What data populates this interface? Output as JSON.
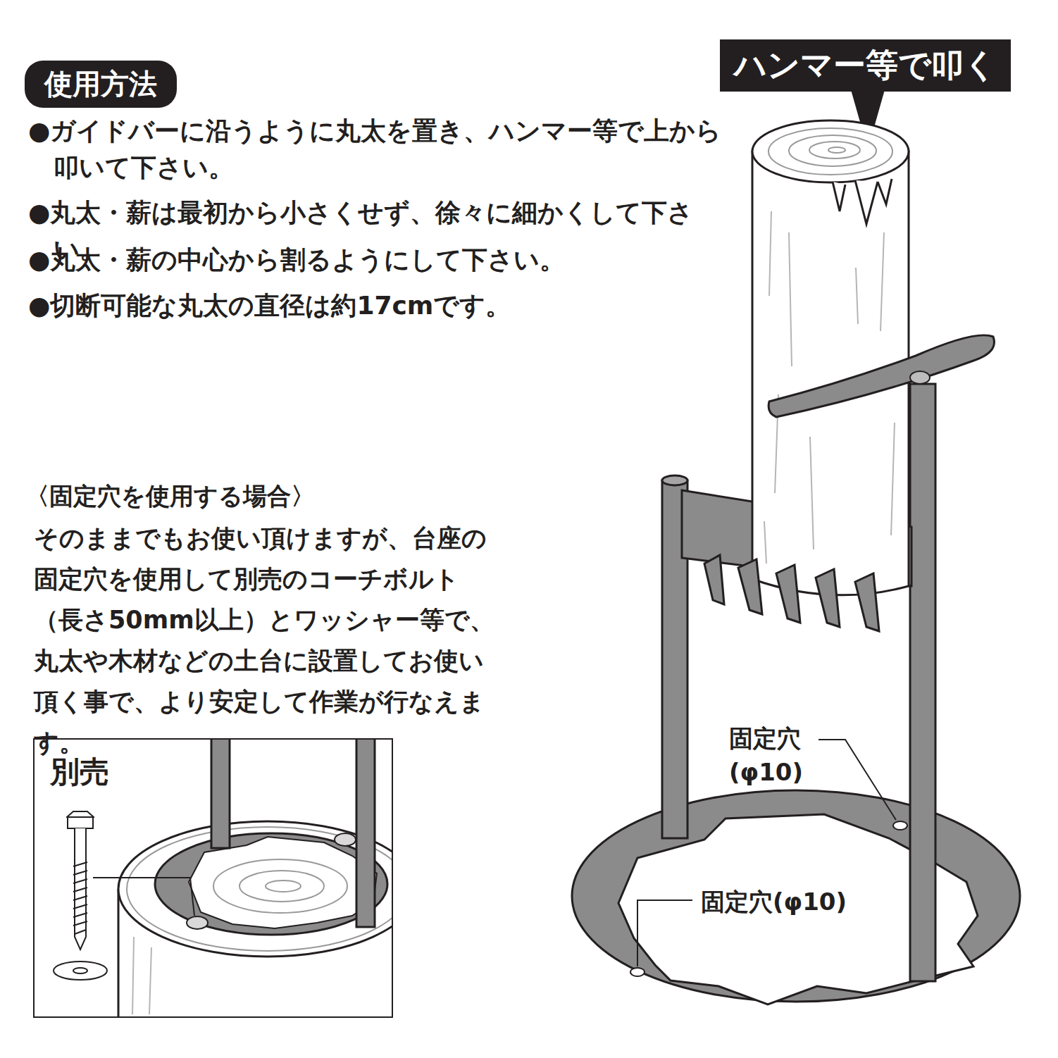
{
  "diagram": {
    "nodes": [
      {
        "text": [
          "使用方法"
        ]
      },
      {
        "text": [
          "ハンマー等で叩く"
        ]
      },
      {
        "text": [
          "別売"
        ]
      }
    ],
    "edges": [],
    "labels": [
      "●ガイドバーに沿うように丸太を置き、ハンマー等で上から叩いて下さい。",
      "●丸太・薪は最初から小さくせず、徐々に細かくして下さい。",
      "●丸太・薪の中心から割るようにして下さい。",
      "●切断可能な丸太の直径は約17cmです。",
      "〈固定穴を使用する場合〉",
      "そのままでもお使い頂けますが、台座の固定穴を使用して別売のコーチボルト（長さ50mm以上）とワッシャー等で、丸太や木材などの土台に設置してお使い頂く事で、より安定して作業が行なえます。",
      "固定穴 (φ10)",
      "固定穴(φ10)"
    ]
  }
}
